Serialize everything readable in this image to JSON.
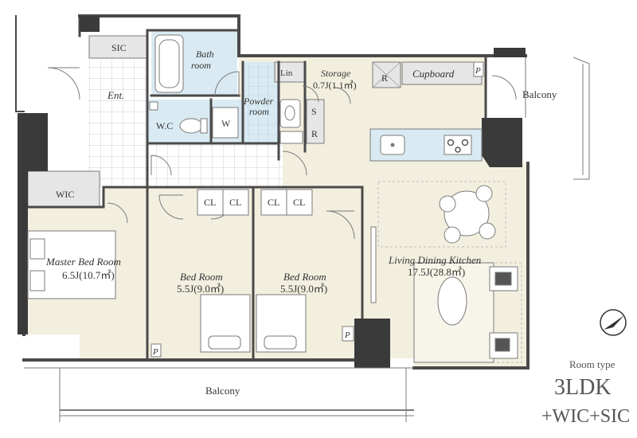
{
  "plan": {
    "rooms": {
      "sic": "SIC",
      "bathroom_1": "Bath",
      "bathroom_2": "room",
      "entrance": "Ent.",
      "lin": "Lin",
      "storage": "Storage",
      "storage_size": "0.7J(1.1㎡)",
      "cupboard": "Cupboard",
      "balcony_right": "Balcony",
      "powder_1": "Powder",
      "powder_2": "room",
      "wc": "W.C",
      "washer": "W",
      "wic": "WIC",
      "master_bed": "Master Bed Room",
      "master_size": "6.5J(10.7㎡)",
      "bed1": "Bed Room",
      "bed1_size": "5.5J(9.0㎡)",
      "bed2": "Bed Room",
      "bed2_size": "5.5J(9.0㎡)",
      "ldk": "Living Dining Kitchen",
      "ldk_size": "17.5J(28.8㎡)",
      "balcony_bottom": "Balcony"
    },
    "marks": {
      "cl": "CL",
      "p": "P",
      "r": "R",
      "s": "S"
    },
    "room_type_label": "Room type",
    "room_type": "3LDK",
    "room_type_extra": "+WIC+SIC",
    "colors": {
      "floor": "#f3efdf",
      "wet": "#d9eaf2",
      "wall": "#4a4a4a",
      "pillar": "#3a3a3a",
      "storage": "#e6e6e6",
      "line": "#7a7a7a"
    }
  }
}
